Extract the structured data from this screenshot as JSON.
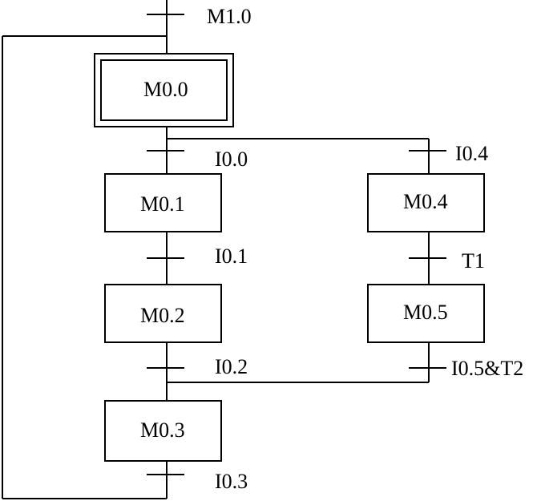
{
  "diagram": {
    "initial_step": "M0.0",
    "steps": {
      "m01": "M0.1",
      "m02": "M0.2",
      "m03": "M0.3",
      "m04": "M0.4",
      "m05": "M0.5"
    },
    "transitions": {
      "loop": "M1.0",
      "i00": "I0.0",
      "i01": "I0.1",
      "i02": "I0.2",
      "i03": "I0.3",
      "i04": "I0.4",
      "t1": "T1",
      "i05t2": "I0.5&T2"
    }
  }
}
